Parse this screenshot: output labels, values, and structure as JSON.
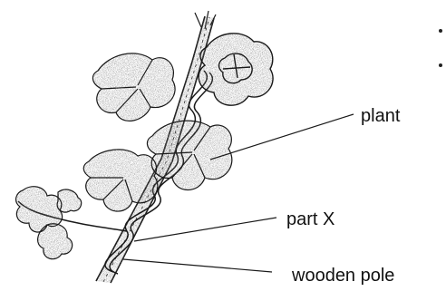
{
  "labels": {
    "plant": "plant",
    "part_x": "part X",
    "wooden_pole": "wooden pole"
  },
  "colors": {
    "ink": "#1a1a1a",
    "stipple": "#555555",
    "background": "#ffffff"
  }
}
